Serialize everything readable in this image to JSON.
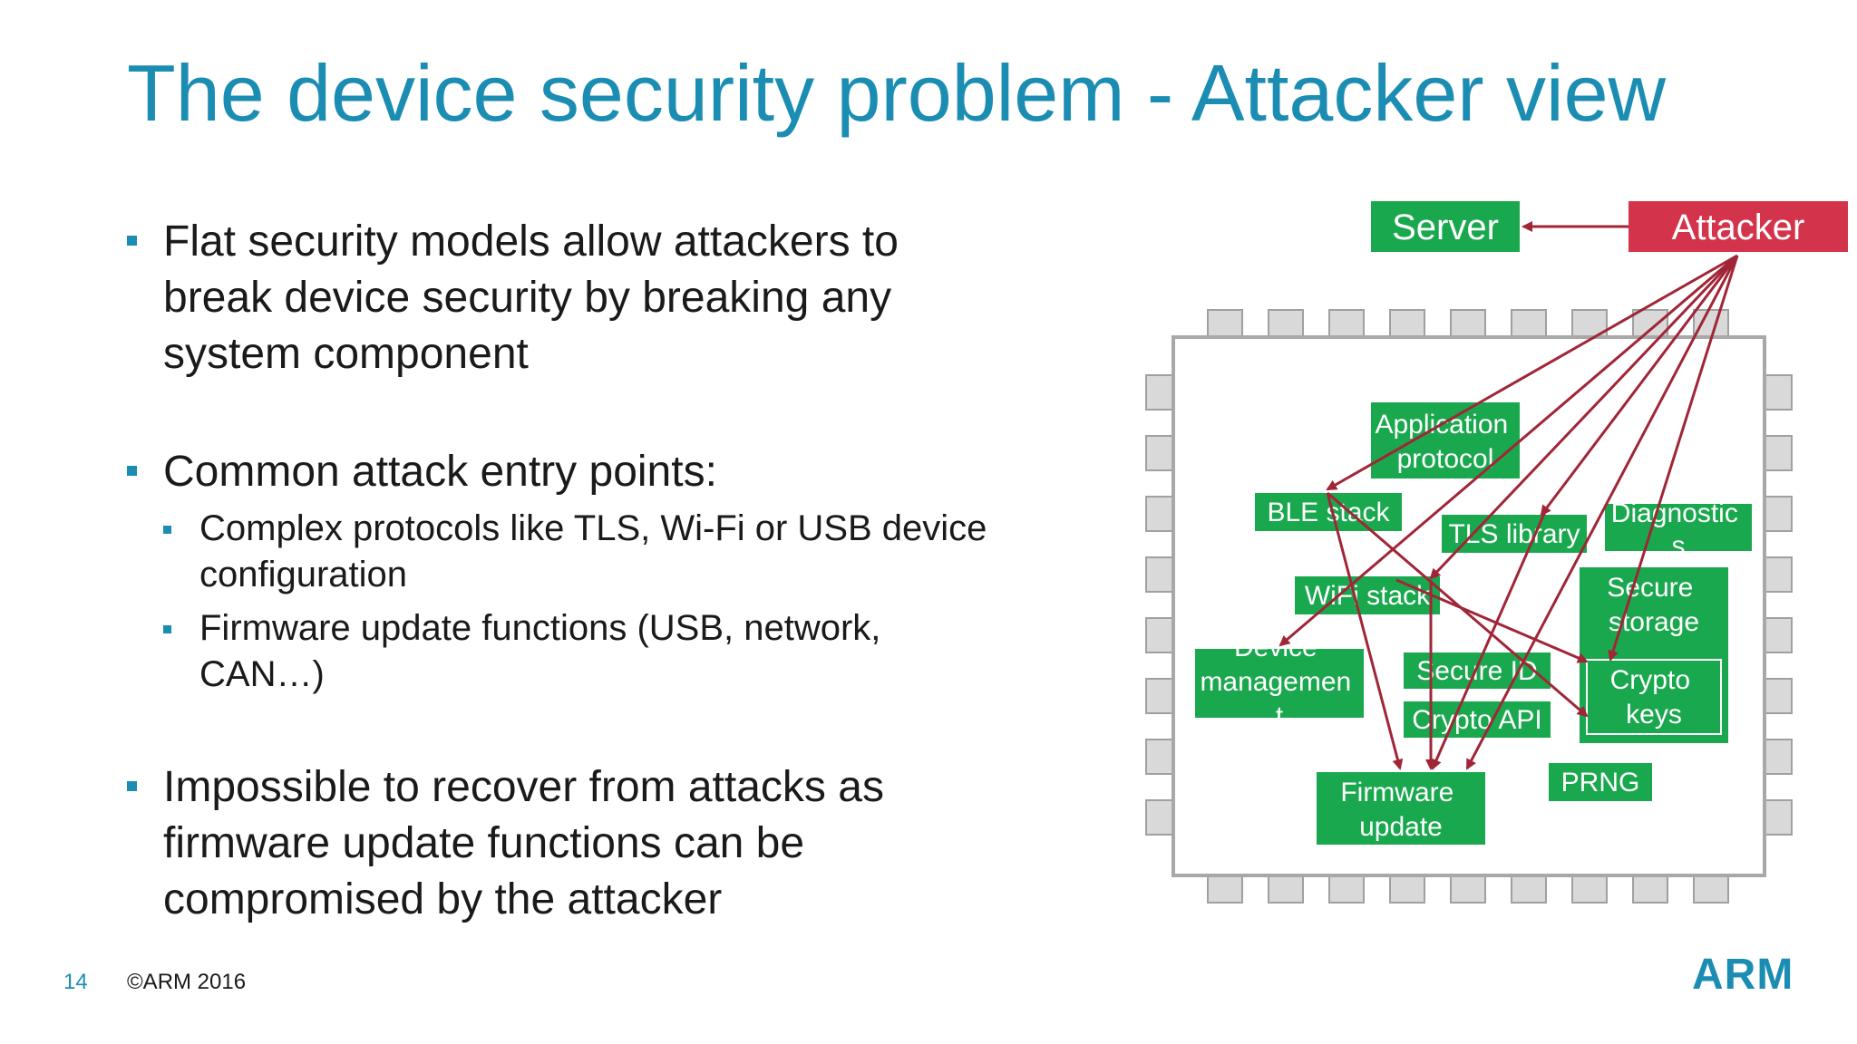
{
  "slide": {
    "title": "The device security problem - Attacker view",
    "bullets": [
      {
        "lines": [
          "Flat security models allow attackers to",
          "break device security by breaking any",
          "system component"
        ],
        "sub": []
      },
      {
        "lines": [
          "Common attack entry points:"
        ],
        "sub": [
          {
            "lines": [
              "Complex protocols like TLS, Wi-Fi or USB device",
              "configuration"
            ]
          },
          {
            "lines": [
              "Firmware update functions (USB, network,",
              "CAN…)"
            ]
          }
        ]
      },
      {
        "lines": [
          "Impossible to recover from attacks as",
          "firmware update functions can be",
          "compromised by the attacker"
        ],
        "sub": []
      }
    ],
    "page_number": "14",
    "copyright": "©ARM 2016",
    "logo_text": "ARM"
  },
  "diagram": {
    "server": "Server",
    "attacker": "Attacker",
    "components": {
      "application_protocol": [
        "Application",
        "protocol"
      ],
      "ble_stack": "BLE stack",
      "tls_library": "TLS library",
      "diagnostics": [
        "Diagnostic",
        "s"
      ],
      "secure_storage": [
        "Secure",
        "storage"
      ],
      "crypto_keys": [
        "Crypto",
        "keys"
      ],
      "wifi_stack": "WiFi stack",
      "device_management": [
        "Device",
        "managemen",
        "t"
      ],
      "secure_id": "Secure ID",
      "crypto_api": "Crypto API",
      "firmware_update": [
        "Firmware",
        "update"
      ],
      "prng": "PRNG"
    }
  },
  "colors": {
    "title_blue": "#1b8db3",
    "component_green": "#1aa84e",
    "attacker_red": "#d3344b",
    "arrow_red": "#a02637"
  }
}
